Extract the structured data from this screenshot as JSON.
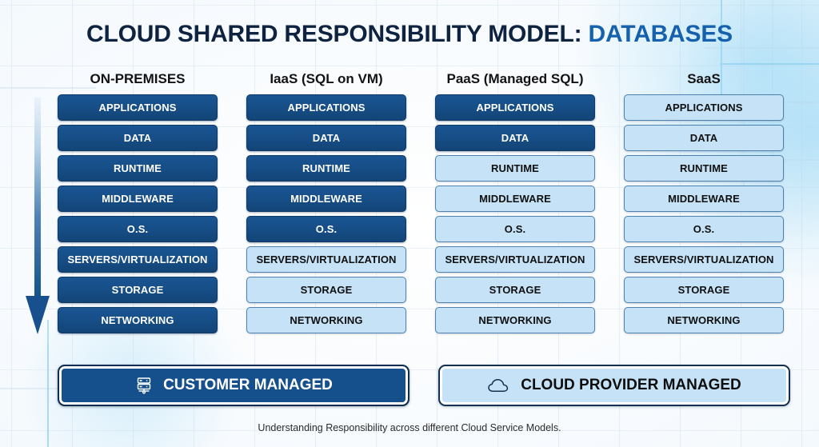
{
  "title": {
    "main": "CLOUD SHARED RESPONSIBILITY MODEL: ",
    "accent": "DATABASES"
  },
  "arrow": {
    "name": "responsibility-direction-arrow",
    "direction": "down",
    "gradient_from": "#dbeaf6",
    "gradient_to": "#17508c"
  },
  "colors": {
    "dark_blue": "#15508c",
    "light_blue": "#c5e2f7",
    "title_navy": "#0e2340",
    "title_accent": "#1561ad",
    "light_border": "#4d81ae"
  },
  "layer_names": [
    "APPLICATIONS",
    "DATA",
    "RUNTIME",
    "MIDDLEWARE",
    "O.S.",
    "SERVERS/VIRTUALIZATION",
    "STORAGE",
    "NETWORKING"
  ],
  "columns": [
    {
      "header": "ON-PREMISES",
      "layers": [
        {
          "label": "APPLICATIONS",
          "owner": "customer"
        },
        {
          "label": "DATA",
          "owner": "customer"
        },
        {
          "label": "RUNTIME",
          "owner": "customer"
        },
        {
          "label": "MIDDLEWARE",
          "owner": "customer"
        },
        {
          "label": "O.S.",
          "owner": "customer"
        },
        {
          "label": "SERVERS/VIRTUALIZATION",
          "owner": "customer"
        },
        {
          "label": "STORAGE",
          "owner": "customer"
        },
        {
          "label": "NETWORKING",
          "owner": "customer"
        }
      ]
    },
    {
      "header": "IaaS (SQL on VM)",
      "layers": [
        {
          "label": "APPLICATIONS",
          "owner": "customer"
        },
        {
          "label": "DATA",
          "owner": "customer"
        },
        {
          "label": "RUNTIME",
          "owner": "customer"
        },
        {
          "label": "MIDDLEWARE",
          "owner": "customer"
        },
        {
          "label": "O.S.",
          "owner": "customer"
        },
        {
          "label": "SERVERS/VIRTUALIZATION",
          "owner": "provider"
        },
        {
          "label": "STORAGE",
          "owner": "provider"
        },
        {
          "label": "NETWORKING",
          "owner": "provider"
        }
      ]
    },
    {
      "header": "PaaS (Managed SQL)",
      "layers": [
        {
          "label": "APPLICATIONS",
          "owner": "customer"
        },
        {
          "label": "DATA",
          "owner": "customer"
        },
        {
          "label": "RUNTIME",
          "owner": "provider"
        },
        {
          "label": "MIDDLEWARE",
          "owner": "provider"
        },
        {
          "label": "O.S.",
          "owner": "provider"
        },
        {
          "label": "SERVERS/VIRTUALIZATION",
          "owner": "provider"
        },
        {
          "label": "STORAGE",
          "owner": "provider"
        },
        {
          "label": "NETWORKING",
          "owner": "provider"
        }
      ]
    },
    {
      "header": "SaaS",
      "layers": [
        {
          "label": "APPLICATIONS",
          "owner": "provider"
        },
        {
          "label": "DATA",
          "owner": "provider"
        },
        {
          "label": "RUNTIME",
          "owner": "provider"
        },
        {
          "label": "MIDDLEWARE",
          "owner": "provider"
        },
        {
          "label": "O.S.",
          "owner": "provider"
        },
        {
          "label": "SERVERS/VIRTUALIZATION",
          "owner": "provider"
        },
        {
          "label": "STORAGE",
          "owner": "provider"
        },
        {
          "label": "NETWORKING",
          "owner": "provider"
        }
      ]
    }
  ],
  "legend": [
    {
      "label": "CUSTOMER MANAGED",
      "icon": "server-rack-icon",
      "style": "customer"
    },
    {
      "label": "CLOUD PROVIDER MANAGED",
      "icon": "cloud-icon",
      "style": "provider"
    }
  ],
  "footer": "Understanding Responsibility across different Cloud Service Models."
}
